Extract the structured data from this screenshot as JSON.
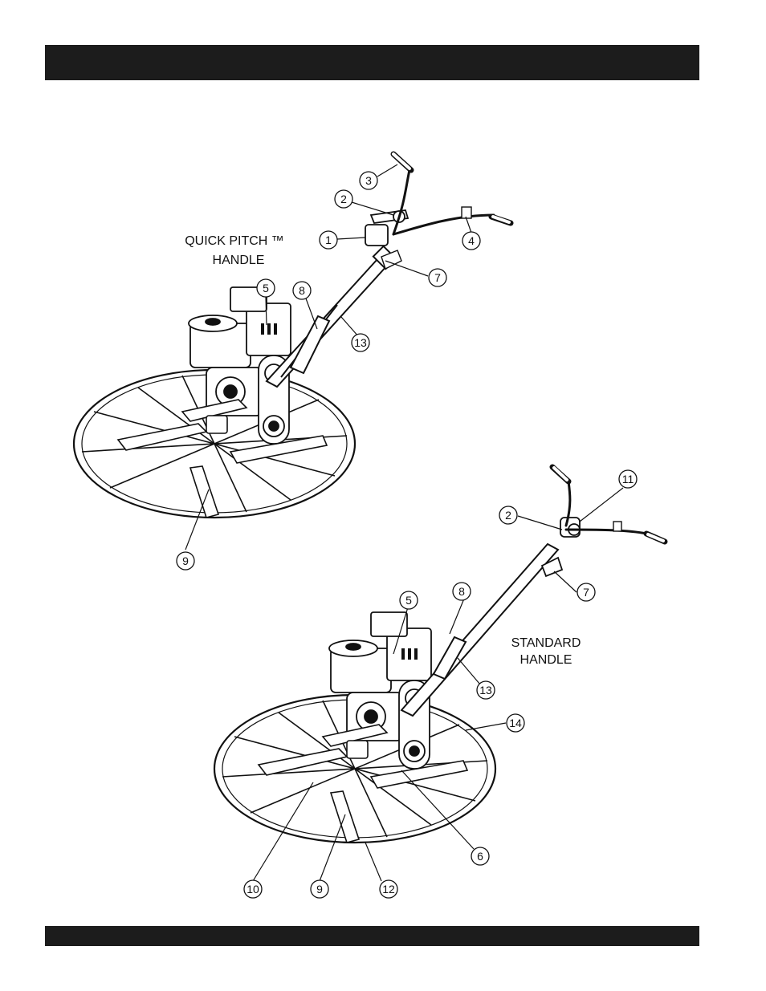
{
  "labels": {
    "quick_pitch_line1": "QUICK PITCH ™",
    "quick_pitch_line2": "HANDLE",
    "standard_line1": "STANDARD",
    "standard_line2": "HANDLE"
  },
  "callouts": {
    "top": [
      "1",
      "2",
      "3",
      "4",
      "5",
      "7",
      "8",
      "9",
      "13"
    ],
    "bottom": [
      "2",
      "5",
      "6",
      "7",
      "8",
      "9",
      "10",
      "11",
      "12",
      "13",
      "14"
    ]
  },
  "colors": {
    "bar": "#1c1c1c",
    "ink": "#111111"
  }
}
